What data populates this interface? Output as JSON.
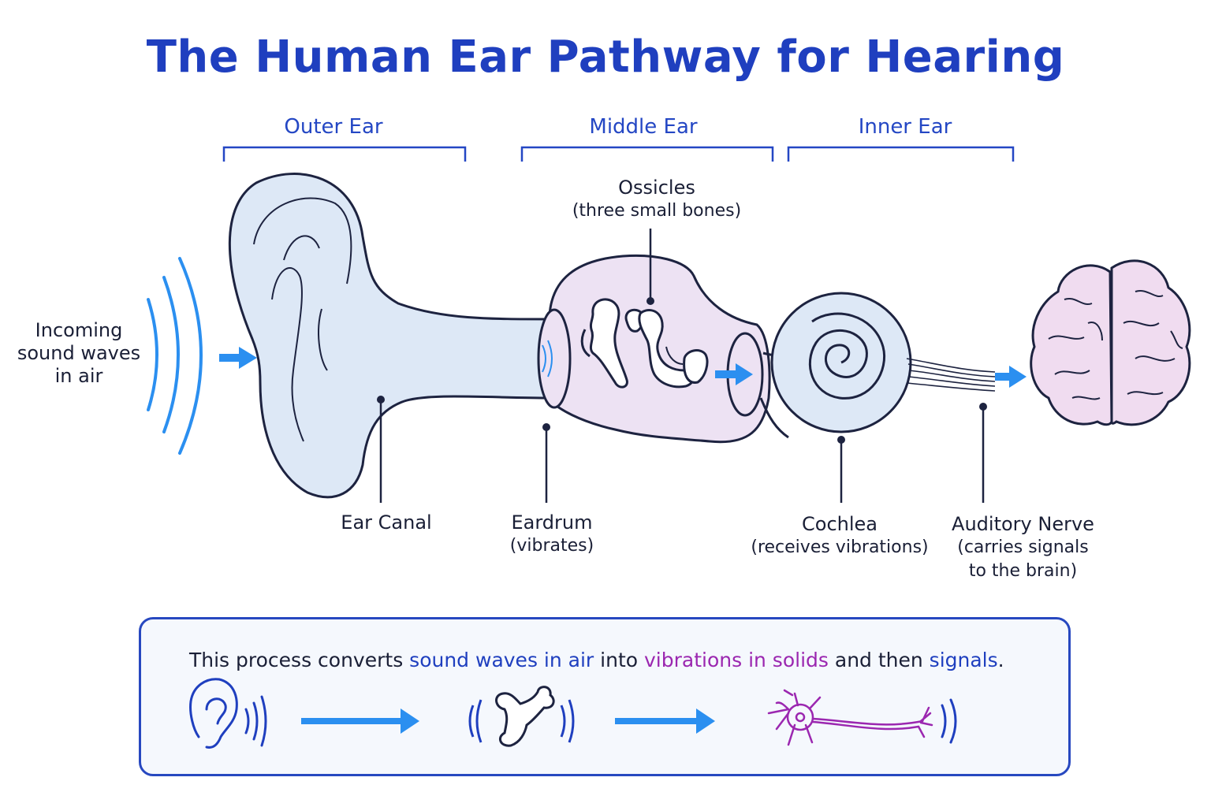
{
  "title": "The Human Ear Pathway for Hearing",
  "sections": {
    "outer": "Outer Ear",
    "middle": "Middle Ear",
    "inner": "Inner Ear"
  },
  "labels": {
    "incoming_line1": "Incoming",
    "incoming_line2": "sound waves",
    "incoming_line3": "in air",
    "ossicles": "Ossicles",
    "ossicles_sub": "(three small bones)",
    "ear_canal": "Ear Canal",
    "eardrum": "Eardrum",
    "eardrum_sub": "(vibrates)",
    "cochlea": "Cochlea",
    "cochlea_sub": "(receives vibrations)",
    "nerve": "Auditory Nerve",
    "nerve_sub1": "(carries signals",
    "nerve_sub2": "to the brain)"
  },
  "summary": {
    "part1": "This process converts ",
    "sound": "sound waves in air",
    "part2": " into ",
    "vibrations": "vibrations in solids",
    "part3": " and then ",
    "signals": "signals",
    "part4": "."
  },
  "colors": {
    "title": "#1f3fbf",
    "outer_fill": "#dde8f6",
    "middle_fill": "#ede2f3",
    "wave": "#2b8ff0",
    "arrow": "#2b8ff0",
    "brain_fill": "#f0dcf0",
    "neuron": "#9b27b0"
  },
  "icons": [
    "ear-icon",
    "bone-icon",
    "neuron-icon"
  ]
}
